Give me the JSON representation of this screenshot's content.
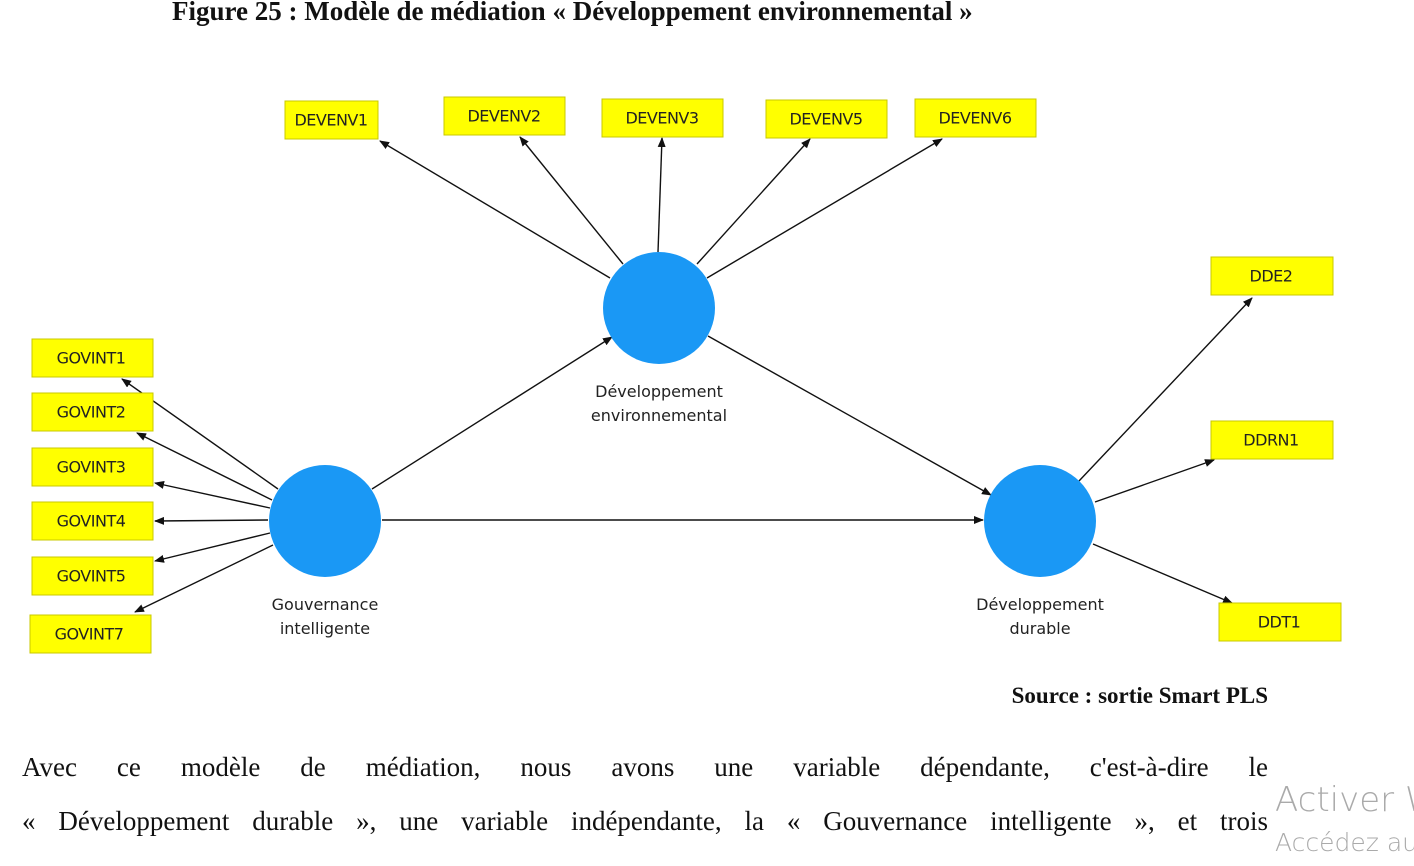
{
  "figure_title": "Figure 25 : Modèle de médiation « Développement environnemental »",
  "diagram": {
    "nodes": {
      "gov": [
        "Gouvernance",
        "intelligente"
      ],
      "env": [
        "Développement",
        "environnemental"
      ],
      "dd": [
        "Développement",
        "durable"
      ]
    },
    "indicators": {
      "env": [
        "DEVENV1",
        "DEVENV2",
        "DEVENV3",
        "DEVENV5",
        "DEVENV6"
      ],
      "gov": [
        "GOVINT1",
        "GOVINT2",
        "GOVINT3",
        "GOVINT4",
        "GOVINT5",
        "GOVINT7"
      ],
      "dd": [
        "DDE2",
        "DDRN1",
        "DDT1"
      ]
    },
    "colors": {
      "node": "#1a98f5",
      "indicator": "#ffff00"
    }
  },
  "source": "Source : sortie Smart PLS",
  "paragraph": [
    "Avec ce modèle de médiation, nous avons une variable dépendante, c'est-à-dire le",
    "« Développement durable », une variable indépendante, la « Gouvernance intelligente », et trois"
  ],
  "watermark": [
    "Activer W",
    "Accédez au"
  ]
}
